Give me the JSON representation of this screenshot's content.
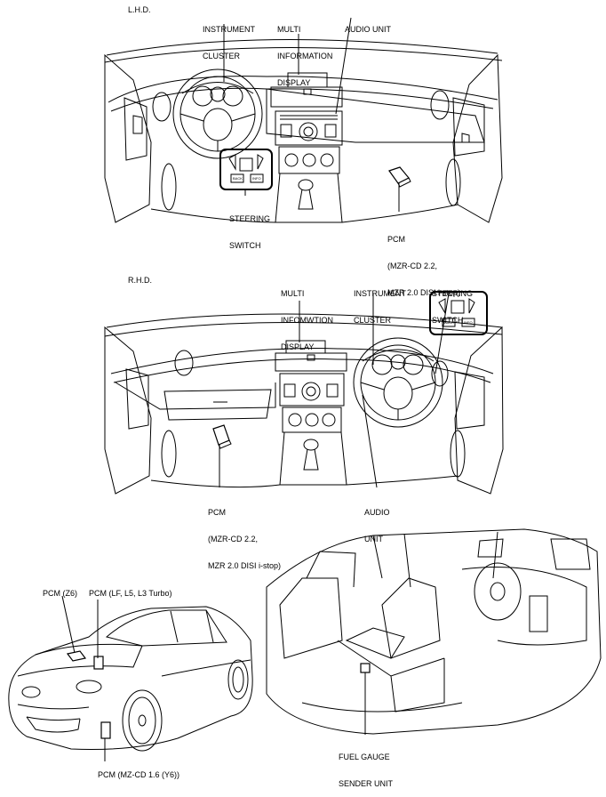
{
  "lhd": {
    "section_label": "L.H.D.",
    "instrument_cluster": [
      "INSTRUMENT",
      "CLUSTER"
    ],
    "multi_information_display": [
      "MULTI",
      "INFORMATION",
      "DISPLAY"
    ],
    "audio_unit": [
      "AUDIO UNIT"
    ],
    "steering_switch": [
      "STEERING",
      "SWITCH"
    ],
    "pcm": [
      "PCM",
      "(MZR-CD 2.2,",
      "MZR 2.0 DISI i-stop)"
    ]
  },
  "rhd": {
    "section_label": "R.H.D.",
    "multi_information_display": [
      "MULTI",
      "INFOMWTION",
      "DISPLAY"
    ],
    "instrument_cluster": [
      "INSTRUMENT",
      "CLUSTER"
    ],
    "steering_switch": [
      "STEERING",
      "SWITCH"
    ],
    "pcm": [
      "PCM",
      "(MZR-CD 2.2,",
      "MZR 2.0 DISI i-stop)"
    ],
    "audio_unit": [
      "AUDIO",
      "UNIT"
    ]
  },
  "exterior": {
    "pcm_z6": "PCM (Z6)",
    "pcm_lf": "PCM (LF, L5, L3 Turbo)",
    "pcm_y6": "PCM (MZ-CD 1.6 (Y6))"
  },
  "interior": {
    "fuel_gauge_sender": [
      "FUEL GAUGE",
      "SENDER UNIT"
    ]
  },
  "switch_labels": {
    "back": "BACK",
    "info": "INFO"
  }
}
